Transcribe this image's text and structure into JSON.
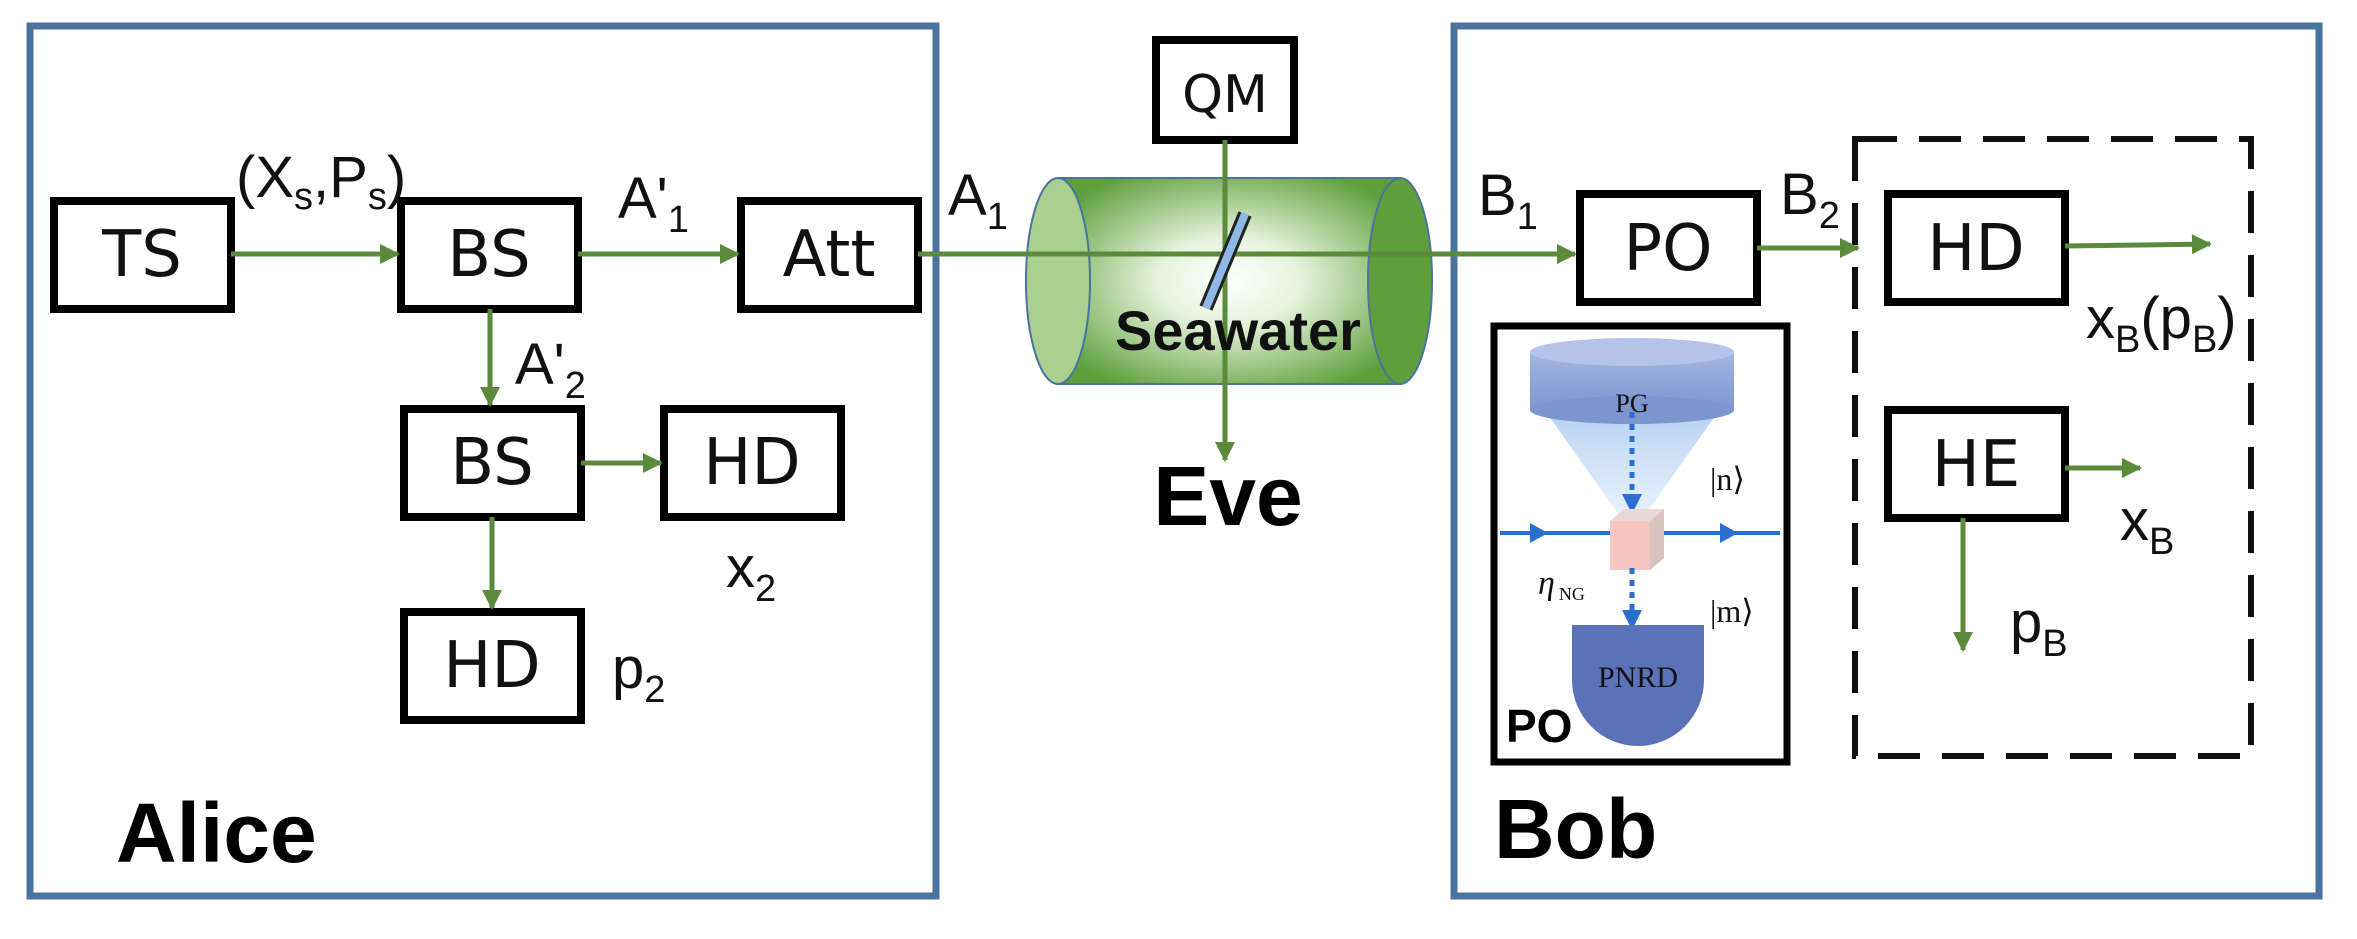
{
  "colors": {
    "panel_border": "#4a73a0",
    "arrow": "#5a8a3a",
    "box_border": "#000000",
    "seawater_green": "#6aac48",
    "beam_blue": "#2a6fd0",
    "pg_blue": "#8da6d8",
    "pnrd_blue": "#5a72b8",
    "cube_pink": "#f5c6c0"
  },
  "alice": {
    "title": "Alice",
    "ts": "TS",
    "bs1": "BS",
    "att": "Att",
    "bs2": "BS",
    "hd_x": "HD",
    "hd_p": "HD",
    "lbl_xs_ps": {
      "a": "(X",
      "s1": "s",
      "b": ",P",
      "s2": "s",
      "c": ")"
    },
    "lbl_a1p": {
      "base": "A'",
      "sub": "1"
    },
    "lbl_a2p": {
      "base": "A'",
      "sub": "2"
    },
    "lbl_x2": {
      "base": "x",
      "sub": "2"
    },
    "lbl_p2": {
      "base": "p",
      "sub": "2"
    }
  },
  "channel": {
    "qm": "QM",
    "medium": "Seawater",
    "eve": "Eve",
    "lbl_a1": {
      "base": "A",
      "sub": "1"
    },
    "lbl_b1": {
      "base": "B",
      "sub": "1"
    }
  },
  "bob": {
    "title": "Bob",
    "po": "PO",
    "lbl_b2": {
      "base": "B",
      "sub": "2"
    },
    "hd": "HD",
    "he": "HE",
    "lbl_xb_pb": {
      "a": "x",
      "s1": "B",
      "b": "(p",
      "s2": "B",
      "c": ")"
    },
    "lbl_xb": {
      "base": "x",
      "sub": "B"
    },
    "lbl_pb": {
      "base": "p",
      "sub": "B"
    },
    "inset": {
      "pg": "PG",
      "ket_n": "|n⟩",
      "eta": "η",
      "eta_sub": "NG",
      "ket_m": "|m⟩",
      "pnrd": "PNRD",
      "caption": "PO"
    }
  }
}
